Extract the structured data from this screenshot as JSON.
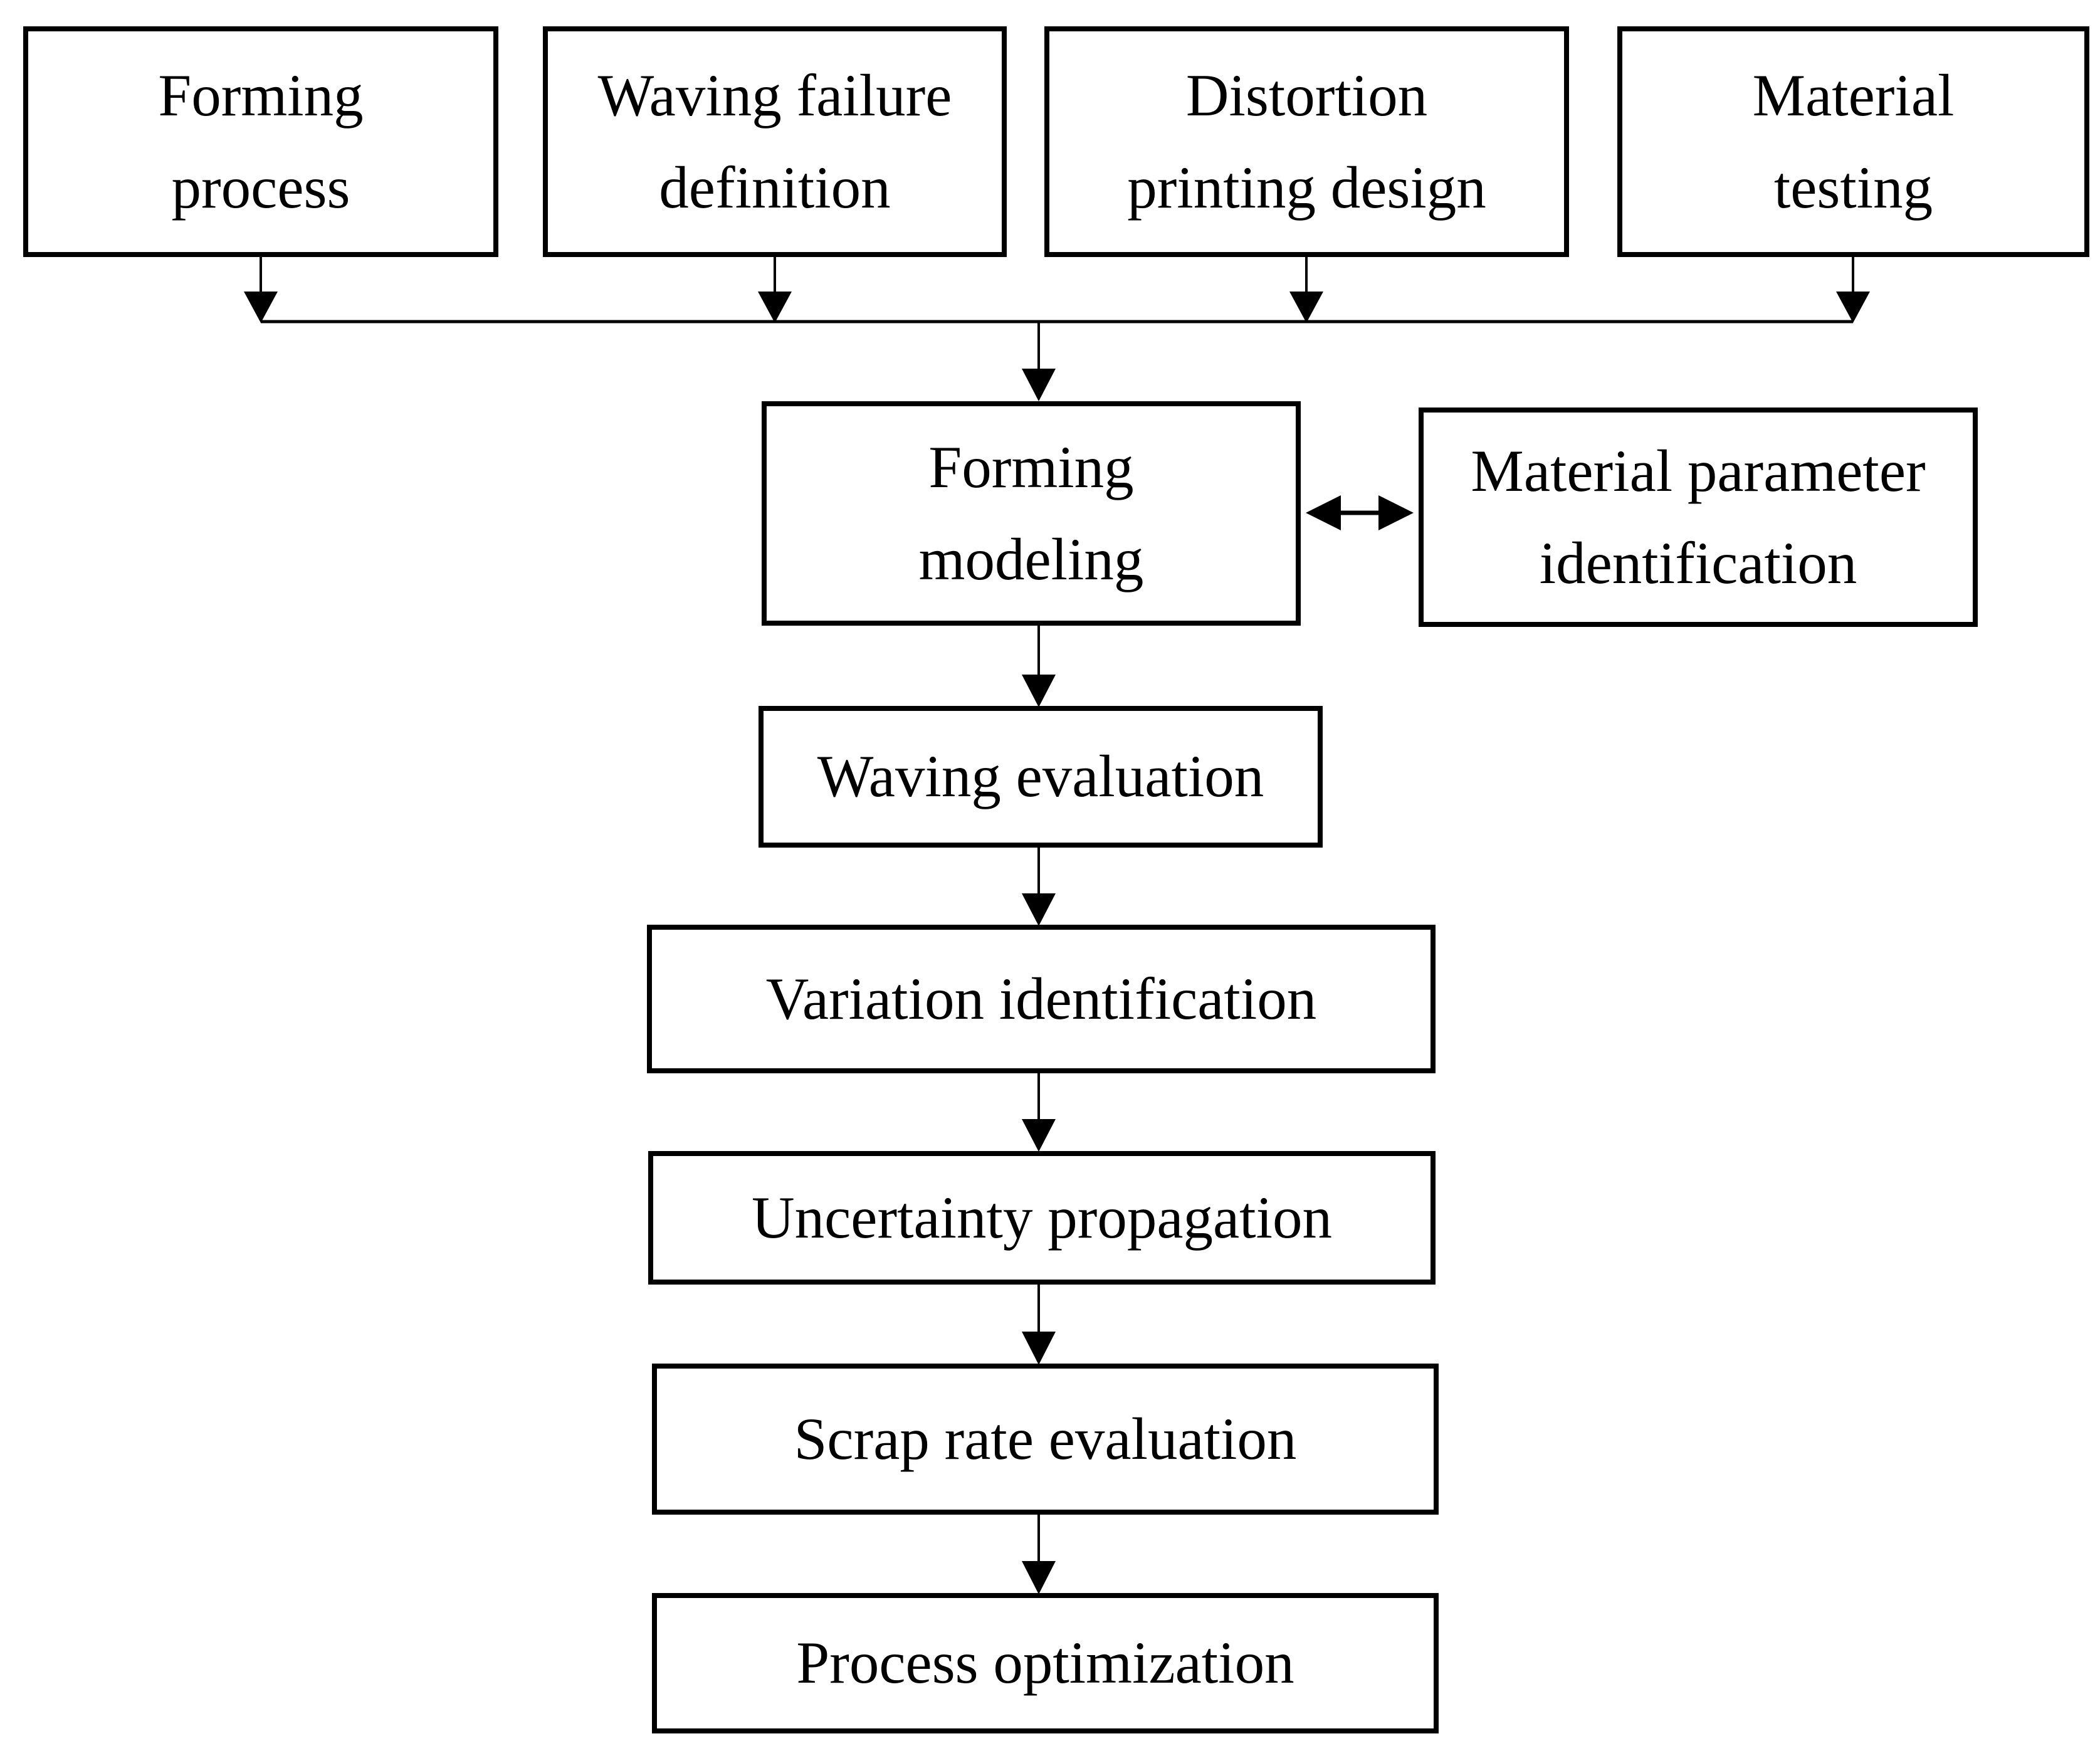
{
  "colors": {
    "ink": "#000000",
    "background": "#ffffff"
  },
  "nodes": {
    "forming_process": {
      "label": "Forming\nprocess"
    },
    "waving_failure": {
      "label": "Waving failure\ndefinition"
    },
    "distortion_printing": {
      "label": "Distortion\nprinting design"
    },
    "material_testing": {
      "label": "Material\ntesting"
    },
    "forming_modeling": {
      "label": "Forming\nmodeling"
    },
    "material_parameter": {
      "label": "Material parameter\nidentification"
    },
    "waving_evaluation": {
      "label": "Waving evaluation"
    },
    "variation_identification": {
      "label": "Variation identification"
    },
    "uncertainty_propagation": {
      "label": "Uncertainty propagation"
    },
    "scrap_rate": {
      "label": "Scrap rate evaluation"
    },
    "process_optimization": {
      "label": "Process optimization"
    }
  },
  "edges": [
    {
      "from": "forming_process",
      "to": "forming_modeling",
      "type": "arrow"
    },
    {
      "from": "waving_failure",
      "to": "forming_modeling",
      "type": "arrow"
    },
    {
      "from": "distortion_printing",
      "to": "forming_modeling",
      "type": "arrow"
    },
    {
      "from": "material_testing",
      "to": "forming_modeling",
      "type": "arrow"
    },
    {
      "from": "forming_modeling",
      "to": "material_parameter",
      "type": "double-arrow"
    },
    {
      "from": "forming_modeling",
      "to": "waving_evaluation",
      "type": "arrow"
    },
    {
      "from": "waving_evaluation",
      "to": "variation_identification",
      "type": "arrow"
    },
    {
      "from": "variation_identification",
      "to": "uncertainty_propagation",
      "type": "arrow"
    },
    {
      "from": "uncertainty_propagation",
      "to": "scrap_rate",
      "type": "arrow"
    },
    {
      "from": "scrap_rate",
      "to": "process_optimization",
      "type": "arrow"
    }
  ]
}
